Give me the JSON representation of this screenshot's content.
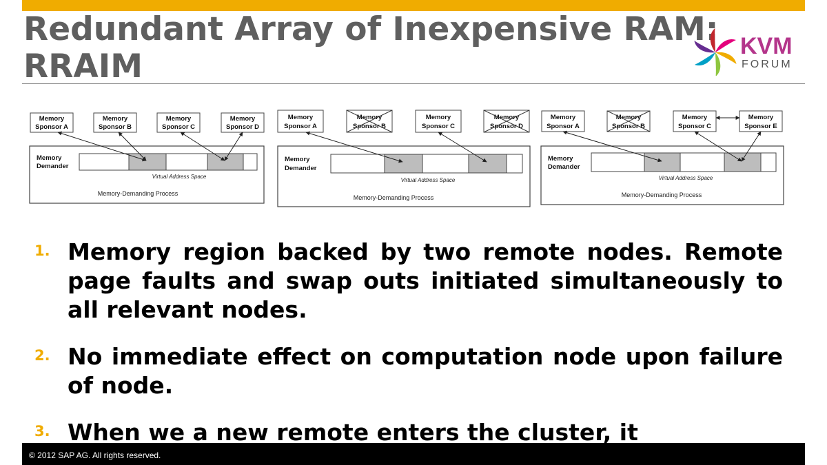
{
  "slide": {
    "title_line1": "Redundant Array of Inexpensive RAM:",
    "title_line2": "RRAIM",
    "logo": {
      "word1": "KVM",
      "word2": "FORUM",
      "icon": "pinwheel-logo-icon"
    },
    "colors": {
      "accent": "#f0ac00",
      "title": "#5f5f5f",
      "footer": "#000000"
    },
    "footer": "©  2012 SAP AG. All rights reserved."
  },
  "diagrams": [
    {
      "sponsors": [
        "Memory Sponsor A",
        "Memory Sponsor B",
        "Memory Sponsor C",
        "Memory Sponsor D"
      ],
      "failed": [],
      "demander": "Memory Demander",
      "address_space": "Virtual Address Space",
      "process": "Memory-Demanding Process"
    },
    {
      "sponsors": [
        "Memory Sponsor A",
        "Memory Sponsor B",
        "Memory Sponsor C",
        "Memory Sponsor D"
      ],
      "failed": [
        "Memory Sponsor B",
        "Memory Sponsor D"
      ],
      "demander": "Memory Demander",
      "address_space": "Virtual Address Space",
      "process": "Memory-Demanding Process"
    },
    {
      "sponsors": [
        "Memory Sponsor A",
        "Memory Sponsor B",
        "Memory Sponsor C",
        "Memory Sponsor E"
      ],
      "failed": [
        "Memory Sponsor B"
      ],
      "demander": "Memory Demander",
      "address_space": "Virtual Address Space",
      "process": "Memory-Demanding Process"
    }
  ],
  "bullets": [
    {
      "num": "1.",
      "text": "Memory region backed by two  remote nodes. Remote page faults and  swap outs initiated simultaneously to  all relevant nodes."
    },
    {
      "num": "2.",
      "text": "No immediate effect on computation node upon failure of node."
    },
    {
      "num": "3.",
      "text": "When we a new remote enters the cluster, it"
    }
  ]
}
